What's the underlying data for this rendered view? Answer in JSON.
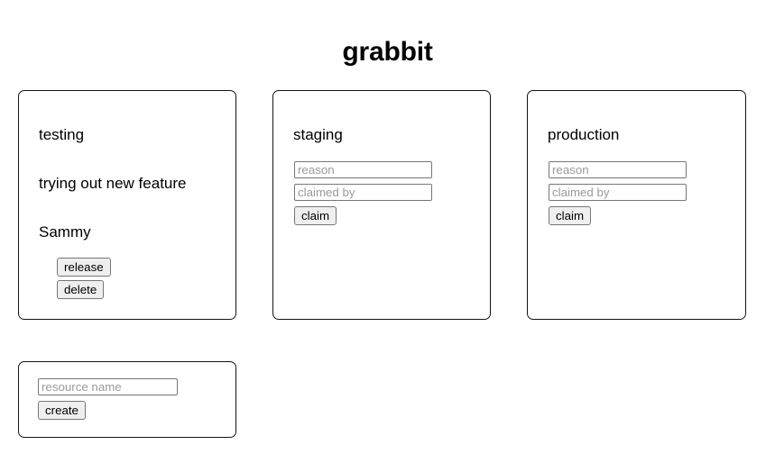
{
  "app": {
    "title": "grabbit"
  },
  "resources": [
    {
      "name": "testing",
      "claimed": true,
      "reason": "trying out new feature",
      "claimant": "Sammy",
      "release_label": "release",
      "delete_label": "delete"
    },
    {
      "name": "staging",
      "claimed": false,
      "reason_placeholder": "reason",
      "claimed_by_placeholder": "claimed by",
      "claim_label": "claim"
    },
    {
      "name": "production",
      "claimed": false,
      "reason_placeholder": "reason",
      "claimed_by_placeholder": "claimed by",
      "claim_label": "claim"
    }
  ],
  "create_form": {
    "resource_name_placeholder": "resource name",
    "create_label": "create"
  },
  "colors": {
    "background": "#ffffff",
    "card_border": "#141414",
    "text": "#000000",
    "placeholder": "#9a9a9a",
    "button_face": "#efefef",
    "control_border": "#767676"
  }
}
